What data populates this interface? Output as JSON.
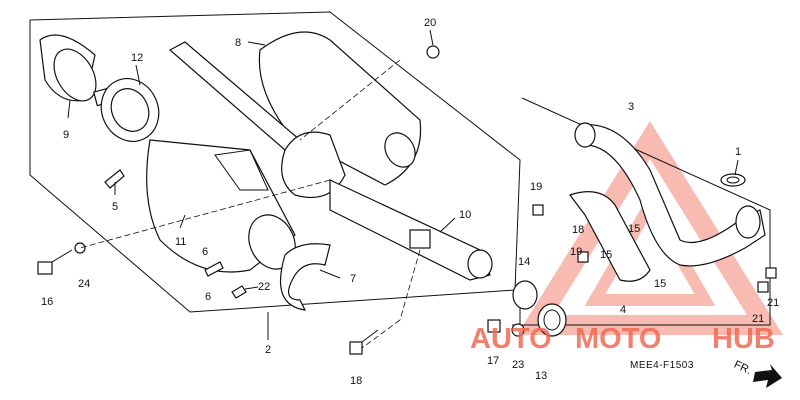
{
  "callouts": {
    "c1": "1",
    "c2": "2",
    "c3": "3",
    "c4": "4",
    "c5": "5",
    "c6a": "6",
    "c6b": "6",
    "c7": "7",
    "c8": "8",
    "c9": "9",
    "c10": "10",
    "c11": "11",
    "c12": "12",
    "c13": "13",
    "c14": "14",
    "c15a": "15",
    "c15b": "15",
    "c15c": "15",
    "c16": "16",
    "c17": "17",
    "c18a": "18",
    "c18b": "18",
    "c19a": "19",
    "c19b": "19",
    "c20": "20",
    "c21a": "21",
    "c21b": "21",
    "c22": "22",
    "c23": "23",
    "c24": "24"
  },
  "diagram_code": "MEE4-F1503",
  "direction_label": "FR.",
  "watermark": {
    "part1": "AUTO",
    "part2": "MOTO",
    "part3": "HUB",
    "color": "#f06a55"
  }
}
